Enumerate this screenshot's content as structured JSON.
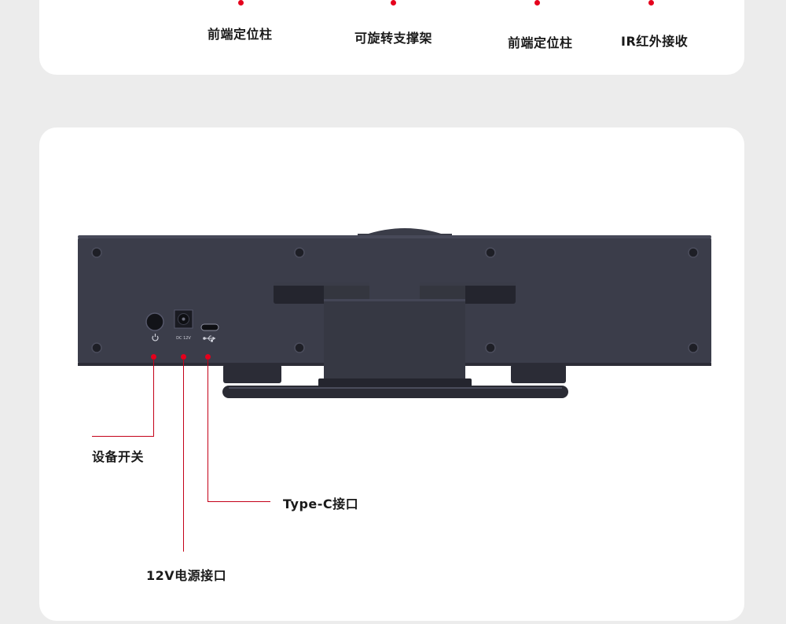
{
  "top_section": {
    "labels": [
      "前端定位柱",
      "可旋转支撑架",
      "前端定位柱",
      "IR红外接收"
    ]
  },
  "device": {
    "port_labels": {
      "dc": "DC 12V"
    }
  },
  "callouts": {
    "power_switch": "设备开关",
    "type_c": "Type-C接口",
    "dc_power": "12V电源接口"
  },
  "colors": {
    "accent": "#e5001c",
    "device_body": "#3b3d4a",
    "background": "#ececec",
    "card": "#ffffff"
  }
}
